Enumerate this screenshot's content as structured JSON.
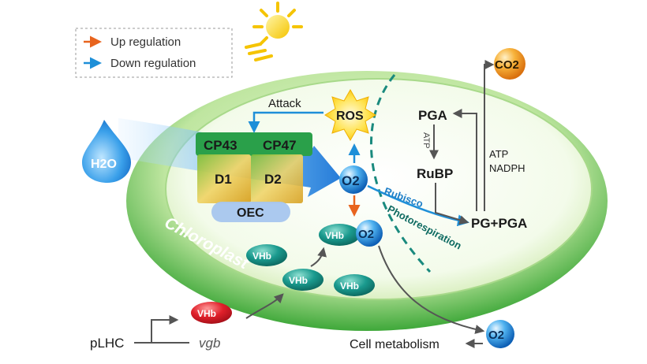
{
  "legend": {
    "up_label": "Up regulation",
    "down_label": "Down regulation",
    "up_color": "#e8641e",
    "down_color": "#1e8fd8"
  },
  "molecules": {
    "h2o": "H2O",
    "o2": "O2",
    "co2": "CO2",
    "ros": "ROS"
  },
  "photosystem": {
    "cp43": "CP43",
    "cp47": "CP47",
    "d1": "D1",
    "d2": "D2",
    "oec": "OEC"
  },
  "chloroplast_label": "Chloroplast",
  "labels": {
    "attack": "Attack",
    "rubisco": "Rubisco",
    "photorespiration": "Photorespiration",
    "pga": "PGA",
    "atp_small": "ATP",
    "rubp": "RuBP",
    "pg_pga": "PG+PGA",
    "atp": "ATP",
    "nadph": "NADPH",
    "cell_metabolism": "Cell metabolism",
    "plhc": "pLHC",
    "vgb": "vgb"
  },
  "vhb_label": "VHb",
  "colors": {
    "chloroplast_green": "#6cc24a",
    "teal": "#1a9a8e",
    "vhb_red": "#e0202a",
    "o2_blue": "#1a7fd0",
    "co2_orange": "#f29a1e",
    "ros_yellow": "#ffd21f"
  }
}
